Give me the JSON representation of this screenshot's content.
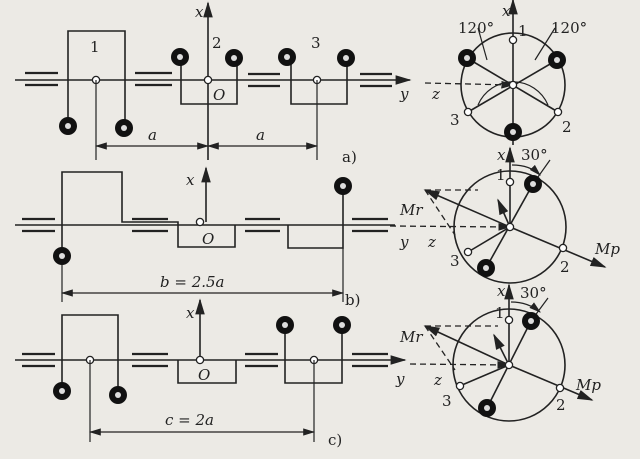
{
  "panel_a": {
    "caption": "a)",
    "axis_x": "x",
    "axis_y": "y",
    "axis_z": "z",
    "origin": "O",
    "crank1": "1",
    "crank2": "2",
    "crank3": "3",
    "dim1": "a",
    "dim2": "a",
    "angle_left": "120°",
    "angle_right": "120°",
    "pt1": "1",
    "pt2": "2",
    "pt3": "3"
  },
  "panel_b": {
    "caption": "b)",
    "axis_x": "x",
    "axis_y": "y",
    "axis_z": "z",
    "origin": "O",
    "dim": "b = 2.5a",
    "angle": "30°",
    "mr": "Mr",
    "mp": "Mp",
    "pt1": "1",
    "pt2": "2",
    "pt3": "3"
  },
  "panel_c": {
    "caption": "c)",
    "axis_x": "x",
    "axis_y": "y",
    "axis_z": "z",
    "origin": "O",
    "dim": "c = 2a",
    "angle": "30°",
    "mr": "Mr",
    "mp": "Mp",
    "pt1": "1",
    "pt2": "2",
    "pt3": "3"
  }
}
